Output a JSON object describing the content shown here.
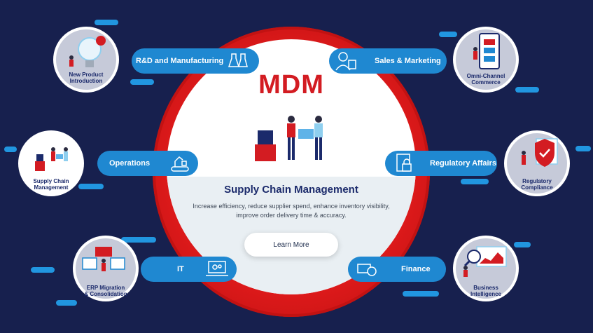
{
  "center": {
    "title": "MDM",
    "subtitle": "Supply Chain Management",
    "description": "Increase efficiency, reduce supplier spend, enhance inventory visibility, improve order delivery time & accuracy.",
    "button_label": "Learn More"
  },
  "pills": {
    "rd": "R&D and Manufacturing",
    "sales": "Sales & Marketing",
    "operations": "Operations",
    "regulatory": "Regulatory Affairs",
    "it": "IT",
    "finance": "Finance"
  },
  "circles": {
    "npi": [
      "New Product",
      "Introduction"
    ],
    "omni": [
      "Omni-Channel",
      "Commerce"
    ],
    "scm": [
      "Supply Chain",
      "Management"
    ],
    "reg": [
      "Regulatory",
      "Compliance"
    ],
    "erp": [
      "ERP Migration",
      "& Consolidation"
    ],
    "bi": [
      "Business",
      "Intelligence"
    ]
  },
  "colors": {
    "background": "#17204e",
    "pill": "#1f88d1",
    "ring": "#e21b1b",
    "title": "#d31c22",
    "heading": "#1b2a6b"
  },
  "icons": {
    "rd": "flasks-icon",
    "sales": "salesperson-icon",
    "operations": "conveyor-robot-icon",
    "regulatory": "document-lock-icon",
    "it": "laptop-gears-icon",
    "finance": "money-coins-icon"
  }
}
